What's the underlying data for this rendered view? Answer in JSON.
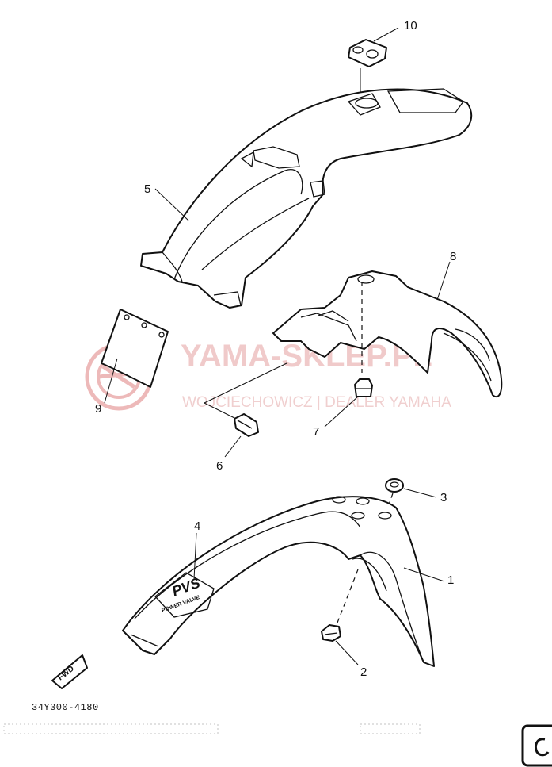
{
  "watermark": {
    "brand": "YAMA-SKLEP.PL",
    "tagline": "WOJCIECHOWICZ | DEALER YAMAHA",
    "color": "#e08080"
  },
  "parts": [
    {
      "number": "1",
      "name": "front-fender"
    },
    {
      "number": "2",
      "name": "bolt"
    },
    {
      "number": "3",
      "name": "grommet-nut"
    },
    {
      "number": "4",
      "name": "fender-emblem"
    },
    {
      "number": "5",
      "name": "rear-fender"
    },
    {
      "number": "6",
      "name": "bolt"
    },
    {
      "number": "7",
      "name": "bolt"
    },
    {
      "number": "8",
      "name": "rear-fender-bracket"
    },
    {
      "number": "9",
      "name": "mud-flap"
    },
    {
      "number": "10",
      "name": "grommet"
    }
  ],
  "emblem_text": {
    "main": "PVS",
    "sub": "POWER VALVE"
  },
  "fwd_label": "FWD",
  "drawing_code": "34Y300-4180",
  "colors": {
    "line": "#111111",
    "background": "#ffffff"
  }
}
